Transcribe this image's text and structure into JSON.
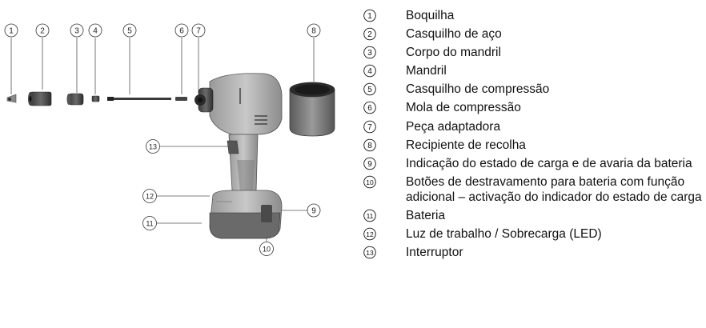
{
  "callouts": [
    "1",
    "2",
    "3",
    "4",
    "5",
    "6",
    "7",
    "8",
    "9",
    "10",
    "11",
    "12",
    "13"
  ],
  "legend": [
    {
      "num": "1",
      "text": "Boquilha"
    },
    {
      "num": "2",
      "text": "Casquilho de aço"
    },
    {
      "num": "3",
      "text": "Corpo do mandril"
    },
    {
      "num": "4",
      "text": "Mandril"
    },
    {
      "num": "5",
      "text": "Casquilho de compressão"
    },
    {
      "num": "6",
      "text": "Mola de compressão"
    },
    {
      "num": "7",
      "text": "Peça adaptadora"
    },
    {
      "num": "8",
      "text": "Recipiente de recolha"
    },
    {
      "num": "9",
      "text": "Indicação do estado de carga e de avaria da bateria"
    },
    {
      "num": "10",
      "text": "Botões de destravamento para bateria com função adicional – activação do indicador do estado de carga"
    },
    {
      "num": "11",
      "text": "Bateria"
    },
    {
      "num": "12",
      "text": "Luz de trabalho / Sobrecarga (LED)"
    },
    {
      "num": "13",
      "text": "Interruptor"
    }
  ]
}
